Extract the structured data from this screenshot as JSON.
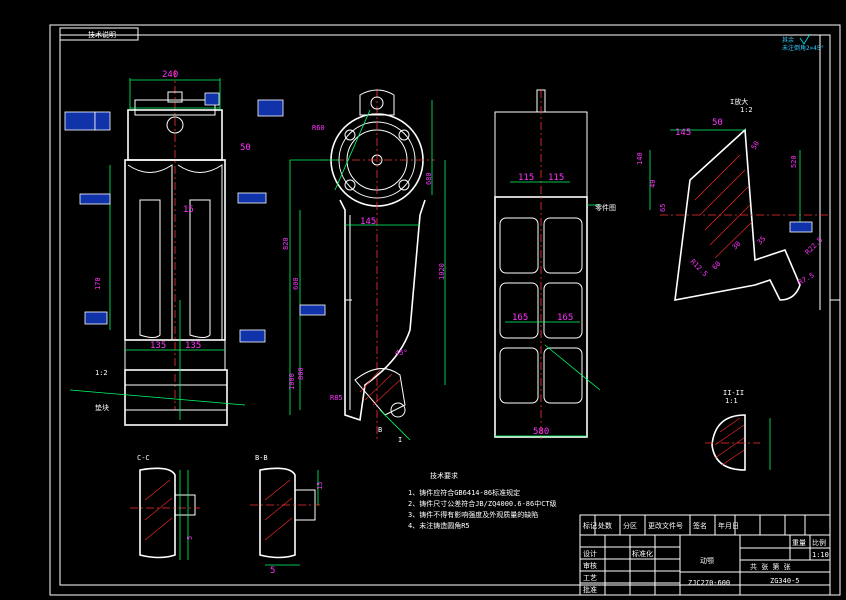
{
  "drawing": {
    "corner_label": "技术说明",
    "roughness_note": {
      "symbol": "其余",
      "text": "未注倒角2×45°"
    },
    "detail_label": "I放大",
    "detail_scale": "1:2",
    "section_cc": "C-C",
    "section_bb": "B-B",
    "section_ii": "II-II",
    "section_ii_scale": "1:1",
    "label_lz": "1:2",
    "label_zheng": "垫块",
    "label_right": "零件图",
    "tech_requirements": {
      "title": "技术要求",
      "items": [
        "1、铸件应符合GB6414-86标准规定",
        "2、铸件尺寸公差符合JB/ZQ4000.6-86中CT级",
        "3、铸件不得有影响强度及外观质量的缺陷",
        "4、未注铸造圆角R5"
      ]
    },
    "dimensions": {
      "front": [
        "240",
        "135",
        "135",
        "170",
        "15",
        "50"
      ],
      "side": [
        "145",
        "600",
        "820",
        "1020",
        "680",
        "1000",
        "800",
        "45°",
        "R60",
        "R85"
      ],
      "plan": [
        "115",
        "115",
        "165",
        "165",
        "580"
      ],
      "detail": [
        "145",
        "50",
        "140",
        "50",
        "40",
        "65",
        "520",
        "R22.5",
        "R7.5",
        "R12.5",
        "30",
        "60",
        "35"
      ],
      "sections": [
        "5",
        "15",
        "5"
      ]
    },
    "title_block": {
      "part_name": "动颚",
      "drawing_no": "ZJC270-600",
      "material": "ZG340-5",
      "header_cells": [
        "标记",
        "处数",
        "分区",
        "更改文件号",
        "签名",
        "年月日"
      ],
      "sign_rows": [
        "设计",
        "审核",
        "工艺",
        "标准化",
        "批准"
      ],
      "weight_label": "重量",
      "scale_label": "比例",
      "scale_value": "1:10",
      "sheet_label": "共 张 第 张"
    }
  }
}
